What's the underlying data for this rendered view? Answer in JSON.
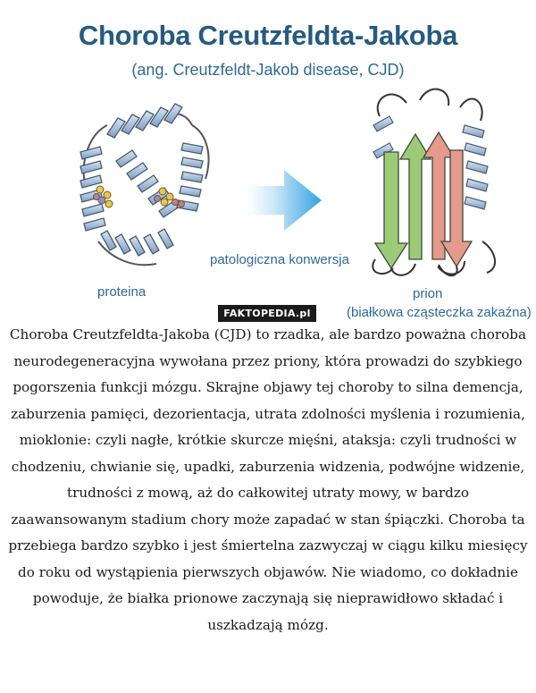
{
  "infographic": {
    "title": "Choroba Creutzfeldta-Jakoba",
    "subtitle": "(ang. Creutzfeldt-Jakob disease, CJD)",
    "left_label": "proteina",
    "arrow_label": "patologiczna konwersja",
    "right_label": "prion",
    "right_sublabel": "(białkowa cząsteczka zakaźna)",
    "watermark": "FAKTOPEDIA.pl",
    "colors": {
      "title": "#255b80",
      "helix": "#9cb8d6",
      "arrow_gradient_start": "#ffffff",
      "arrow_gradient_end": "#33a3e0",
      "beta_green": "#9ccb78",
      "beta_red": "#e59a8c"
    },
    "icons": [
      "protein-helix-structure",
      "conversion-arrow",
      "prion-beta-sheet-structure"
    ]
  },
  "article": {
    "body": "Choroba Creutzfeldta-Jakoba (CJD) to rzadka, ale bardzo poważna choroba neurodegeneracyjna wywołana przez priony, która prowadzi do szybkiego pogorszenia funkcji mózgu. Skrajne objawy tej choroby to silna demencja, zaburzenia pamięci, dezorientacja, utrata zdolności myślenia i rozumienia, mioklonie: czyli nagłe, krótkie skurcze mięśni, ataksja: czyli trudności w chodzeniu, chwianie się, upadki, zaburzenia widzenia, podwójne widzenie, trudności z mową, aż do całkowitej utraty mowy, w bardzo zaawansowanym stadium chory może zapadać w stan śpiączki. Choroba ta przebiega bardzo szybko i jest śmiertelna zazwyczaj w ciągu kilku miesięcy do roku od wystąpienia pierwszych objawów. Nie wiadomo, co dokładnie powoduje, że białka prionowe zaczynają się nieprawidłowo składać i uszkadzają mózg."
  }
}
